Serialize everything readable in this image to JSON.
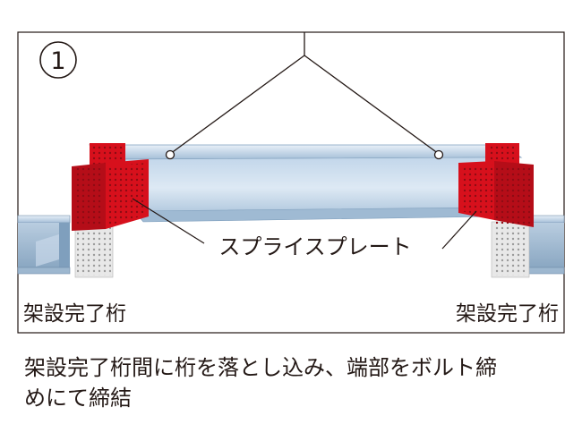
{
  "step": {
    "number": "1"
  },
  "diagram": {
    "label_splice_plate": "スプライスプレート",
    "label_left_girder": "架設完了桁",
    "label_right_girder": "架設完了桁"
  },
  "caption": {
    "line1": "架設完了桁間に桁を落とし込み、端部をボルト締",
    "line2": "めにて締結"
  },
  "colors": {
    "frame": "#231815",
    "steel_light": "#d6e4f0",
    "steel_mid": "#aac4dc",
    "steel_dark": "#7f9fbd",
    "plate_red": "#d7101c",
    "plate_red_dark": "#8e0b14",
    "gusset_grey": "#e6e6e6"
  }
}
